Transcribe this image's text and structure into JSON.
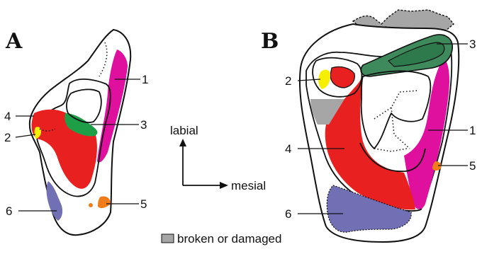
{
  "panels": [
    {
      "letter": "A"
    },
    {
      "letter": "B"
    }
  ],
  "labels_a": [
    "1",
    "2",
    "3",
    "4",
    "5",
    "6"
  ],
  "labels_b": [
    "1",
    "2",
    "3",
    "4",
    "5",
    "6"
  ],
  "orientation": {
    "up": "labial",
    "right": "mesial"
  },
  "legend": {
    "text": "broken or damaged",
    "swatch_color": "#a6a6a6"
  },
  "colors": {
    "magenta": "#e0109f",
    "red": "#e8201f",
    "green": "#1e9e46",
    "dark_green": "#3f8a5c",
    "yellow": "#f6f000",
    "orange": "#f07d1a",
    "purple": "#7270b5",
    "gray": "#a6a6a6"
  }
}
